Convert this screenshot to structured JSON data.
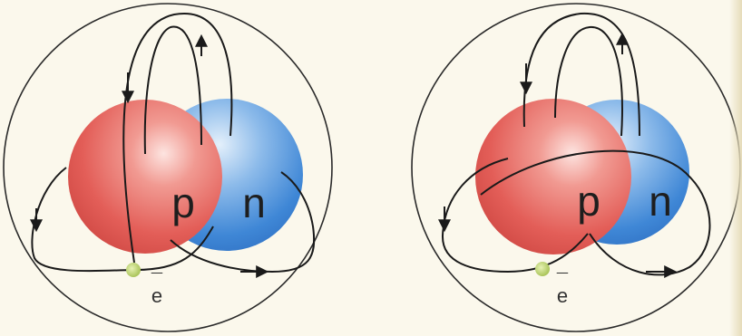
{
  "figure": {
    "panels": [
      {
        "id": "left",
        "proton_label": "p",
        "neutron_label": "n",
        "electron_label": "e",
        "electron_bar": "¯",
        "proton_color": "#e8625f",
        "neutron_color": "#3d86d8",
        "electron_color": "#b8cf6a",
        "orbit_color": "#1a1a1a"
      },
      {
        "id": "right",
        "proton_label": "p",
        "neutron_label": "n",
        "electron_label": "e",
        "electron_bar": "¯",
        "proton_color": "#e8625f",
        "neutron_color": "#3d86d8",
        "electron_color": "#b8cf6a",
        "orbit_color": "#1a1a1a"
      }
    ]
  }
}
